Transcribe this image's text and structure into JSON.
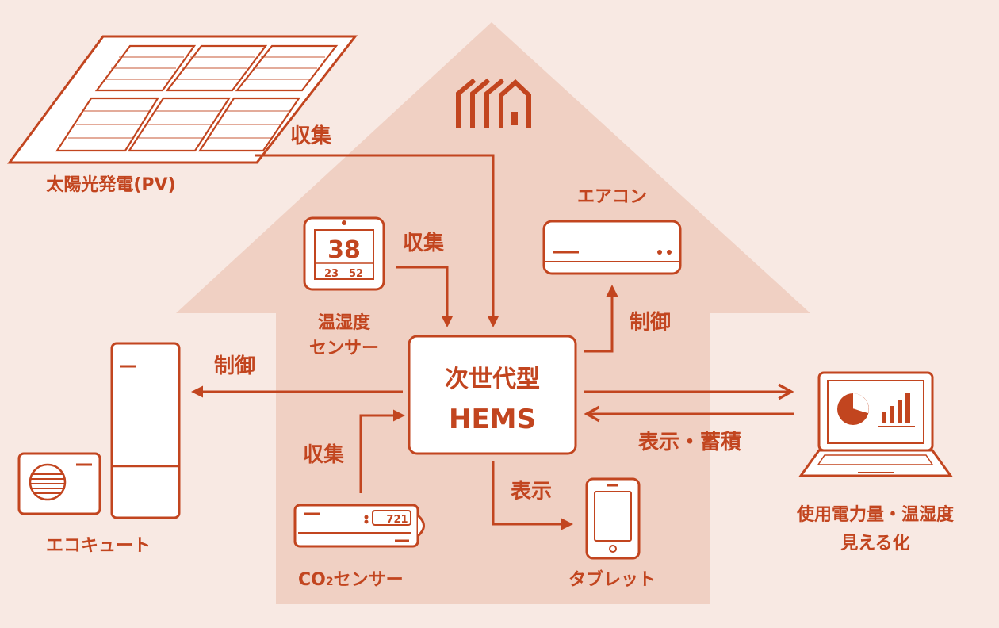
{
  "colors": {
    "background": "#f8e9e3",
    "house": "#f0d0c3",
    "accent": "#c2451f",
    "device_fill": "#ffffff"
  },
  "hub": {
    "line1": "次世代型",
    "line2": "HEMS"
  },
  "devices": {
    "solar": {
      "label": "太陽光発電(PV)",
      "icon": "solar-panel-icon"
    },
    "sensor": {
      "line1": "温湿度",
      "line2": "センサー",
      "temp": "38",
      "small1": "23",
      "small2": "52",
      "icon": "thermo-hygrometer-icon"
    },
    "aircon": {
      "label": "エアコン",
      "icon": "air-conditioner-icon"
    },
    "ecocute": {
      "label": "エコキュート",
      "icon": "heat-pump-water-heater-icon"
    },
    "co2": {
      "label_prefix": "CO",
      "label_sub": "2",
      "label_suffix": "センサー",
      "display": "721",
      "icon": "co2-sensor-icon"
    },
    "tablet": {
      "label": "タブレット",
      "icon": "tablet-icon"
    },
    "laptop": {
      "line1": "使用電力量・温湿度",
      "line2": "見える化",
      "icon": "laptop-chart-icon"
    }
  },
  "flows": {
    "solar_collect": "収集",
    "sensor_collect": "収集",
    "aircon_control": "制御",
    "ecocute_control": "制御",
    "co2_collect": "収集",
    "tablet_display": "表示",
    "laptop_display": "表示・蓄積"
  },
  "logo": {
    "icon": "house-logo-icon"
  }
}
